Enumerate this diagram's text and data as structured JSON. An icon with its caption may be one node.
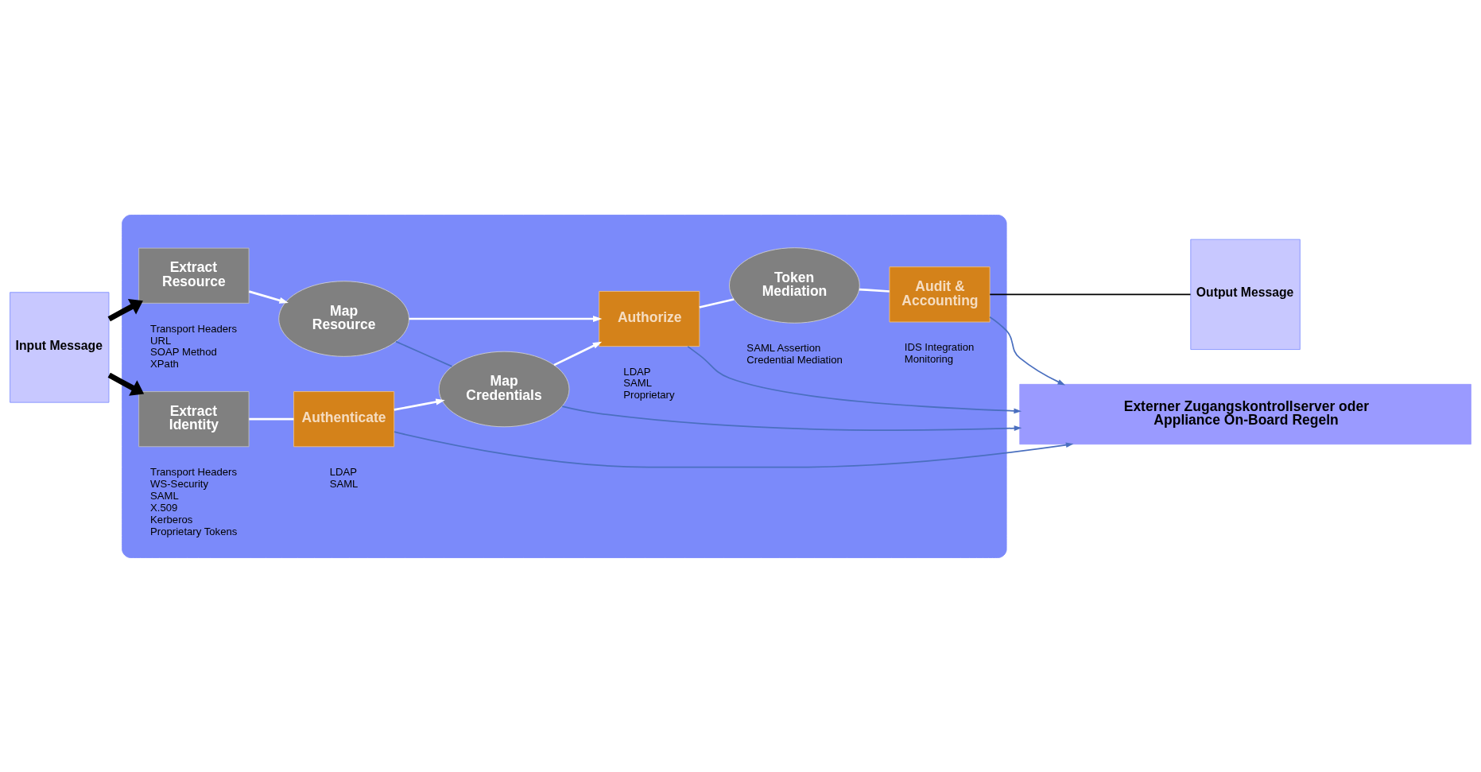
{
  "diagram": {
    "nodes": [
      {
        "text": [],
        "shape": "box"
      },
      {
        "text": [
          "Input Message"
        ]
      },
      {
        "text": [
          "Extract Resource"
        ],
        "in": 0,
        "beside": [
          "Transport Headers",
          "URL",
          "SOAP Method",
          "XPath"
        ]
      },
      {
        "text": [
          "Extract Identity"
        ],
        "in": 0,
        "beside": [
          "Transport Headers",
          "WS-Security",
          "SAML",
          "X.509",
          "Kerberos",
          "Proprietary Tokens"
        ]
      },
      {
        "text": [
          "Map Resource"
        ],
        "in": 0
      },
      {
        "text": [
          "Authenticate"
        ],
        "in": 0,
        "beside": [
          "LDAP",
          "SAML"
        ]
      },
      {
        "text": [
          "Map Credentials"
        ],
        "in": 0
      },
      {
        "text": [
          "Authorize"
        ],
        "in": 0,
        "beside": [
          "LDAP",
          "SAML",
          "Proprietary"
        ]
      },
      {
        "text": [
          "Token Mediation"
        ],
        "in": 0,
        "beside": [
          "SAML Assertion",
          "Credential Mediation"
        ]
      },
      {
        "text": [
          "Audit & Accounting"
        ],
        "in": 0,
        "beside": [
          "IDS Integration",
          "Monitoring"
        ]
      },
      {
        "text": [
          "Output Message"
        ]
      },
      {
        "text": [
          "Externer Zugangskontrollserver oder Appliance On-Board Regeln"
        ]
      }
    ],
    "edges": [
      {
        "from": 1,
        "to": 2,
        "arrow": "to",
        "style": "thick",
        "color": "#000000"
      },
      {
        "from": 1,
        "to": 3,
        "arrow": "to",
        "style": "thick",
        "color": "#000000"
      },
      {
        "from": 2,
        "to": 4,
        "arrow": "to"
      },
      {
        "from": 3,
        "to": 5,
        "arrow": "none"
      },
      {
        "from": 5,
        "to": 6,
        "arrow": "to"
      },
      {
        "from": 4,
        "to": 6,
        "arrow": "none",
        "color": "#4a6fbf"
      },
      {
        "from": 4,
        "to": 7,
        "arrow": "to"
      },
      {
        "from": 6,
        "to": 7,
        "arrow": "to"
      },
      {
        "from": 7,
        "to": 8,
        "arrow": "none"
      },
      {
        "from": 8,
        "to": 9,
        "arrow": "none"
      },
      {
        "from": 9,
        "to": 10,
        "arrow": "none",
        "color": "#000000"
      },
      {
        "from": 5,
        "to": 11,
        "arrow": "to",
        "color": "#4a6fbf"
      },
      {
        "from": 6,
        "to": 11,
        "arrow": "to",
        "color": "#4a6fbf"
      },
      {
        "from": 7,
        "to": 11,
        "arrow": "to",
        "color": "#4a6fbf"
      },
      {
        "from": 9,
        "to": 11,
        "arrow": "to",
        "color": "#4a6fbf"
      }
    ]
  }
}
